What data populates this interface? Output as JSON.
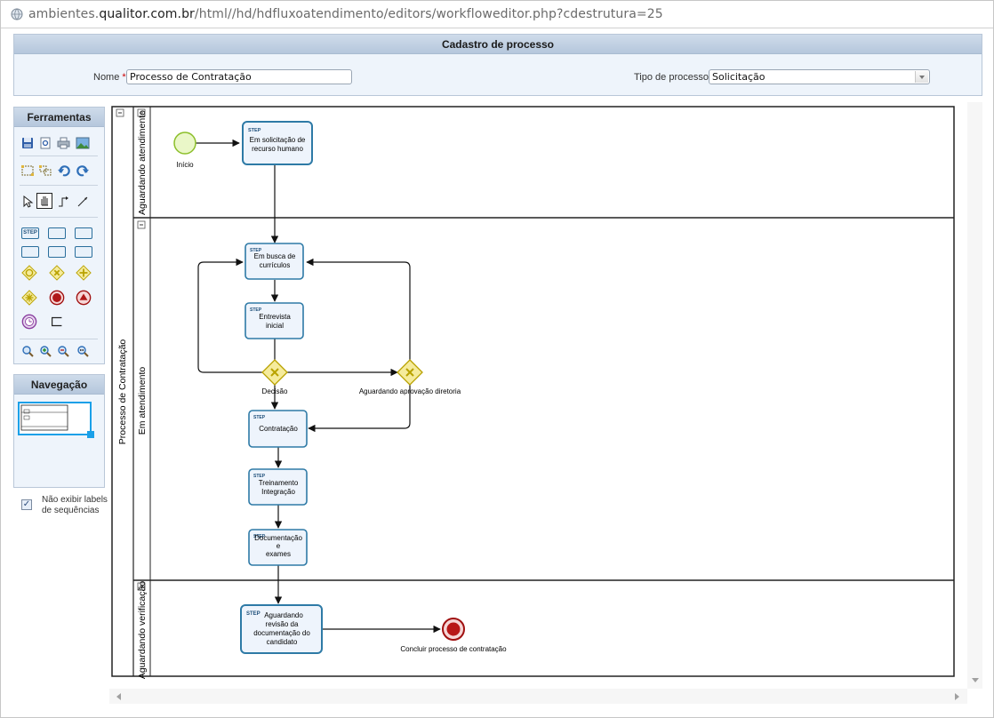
{
  "address": {
    "prefix": "ambientes.",
    "domain": "qualitor.com.br",
    "path": "/html//hd/hdfluxoatendimento/editors/workfloweditor.php?cdestrutura=25"
  },
  "process": {
    "title": "Cadastro de processo",
    "name_label": "Nome",
    "name_value": "Processo de Contratação",
    "type_label": "Tipo de processo",
    "type_value": "Solicitação",
    "required_mark": "*:"
  },
  "tools": {
    "title": "Ferramentas",
    "step_label": "STEP"
  },
  "nav": {
    "title": "Navegação"
  },
  "options": {
    "hide_labels": "Não exibir labels de sequências",
    "checked": "✓"
  },
  "diagram": {
    "pool": "Processo de Contratação",
    "lanes": [
      "Aguardando atendimento",
      "Em atendimento",
      "Aguardando verificação"
    ],
    "step_tag": "STEP",
    "start_label": "Início",
    "tasks": {
      "t1": [
        "Em solicitação de",
        "recurso humano"
      ],
      "t2": [
        "Em busca de",
        "currículos"
      ],
      "t3": [
        "Entrevista",
        "inicial"
      ],
      "t4": [
        "Contratação"
      ],
      "t5": [
        "Treinamento",
        "Integração"
      ],
      "t6": [
        "Documentação",
        "e",
        "exames"
      ],
      "t7": [
        "Aguardando",
        "revisão da",
        "documentação do",
        "candidato"
      ]
    },
    "gateway1": "Decisão",
    "gateway2": "Aguardando aprovação diretoria",
    "end_label": "Concluir processo de contratação"
  }
}
